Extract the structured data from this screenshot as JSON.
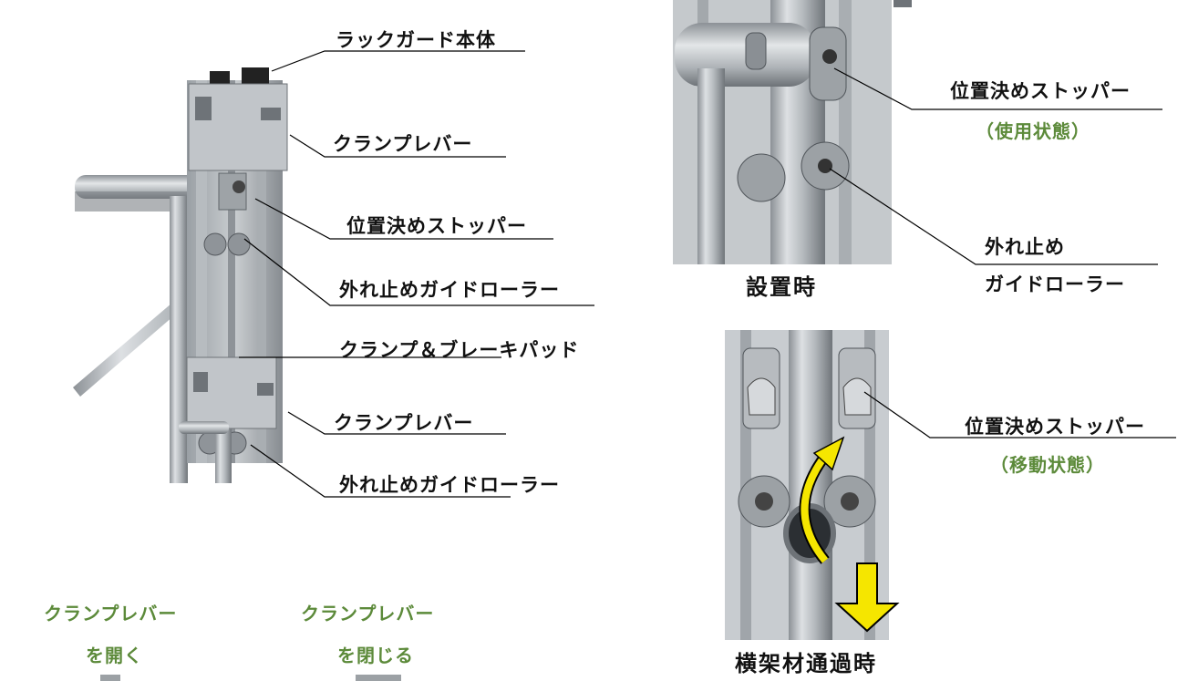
{
  "labels": {
    "rack_guard_body": "ラックガード本体",
    "clamp_lever_upper": "クランプレバー",
    "positioning_stopper_left": "位置決めストッパー",
    "anti_derail_roller_upper": "外れ止めガイドローラー",
    "clamp_brake_pad": "クランプ＆ブレーキパッド",
    "clamp_lever_lower": "クランプレバー",
    "anti_derail_roller_lower": "外れ止めガイドローラー",
    "positioning_stopper_right_top": "位置決めストッパー",
    "in_use_state": "（使用状態）",
    "anti_derail_line1": "外れ止め",
    "anti_derail_line2": "ガイドローラー",
    "installed_caption": "設置時",
    "positioning_stopper_right_bottom": "位置決めストッパー",
    "moving_state": "（移動状態）",
    "crossing_caption": "横架材通過時",
    "open_lever_line1": "クランプレバー",
    "open_lever_line2": "を開く",
    "close_lever_line1": "クランプレバー",
    "close_lever_line2": "を閉じる"
  },
  "colors": {
    "accent_green": "#5c8a3a",
    "arrow_yellow": "#f5e600",
    "metal_light": "#cfd3d6",
    "metal_dark": "#6f7479"
  }
}
